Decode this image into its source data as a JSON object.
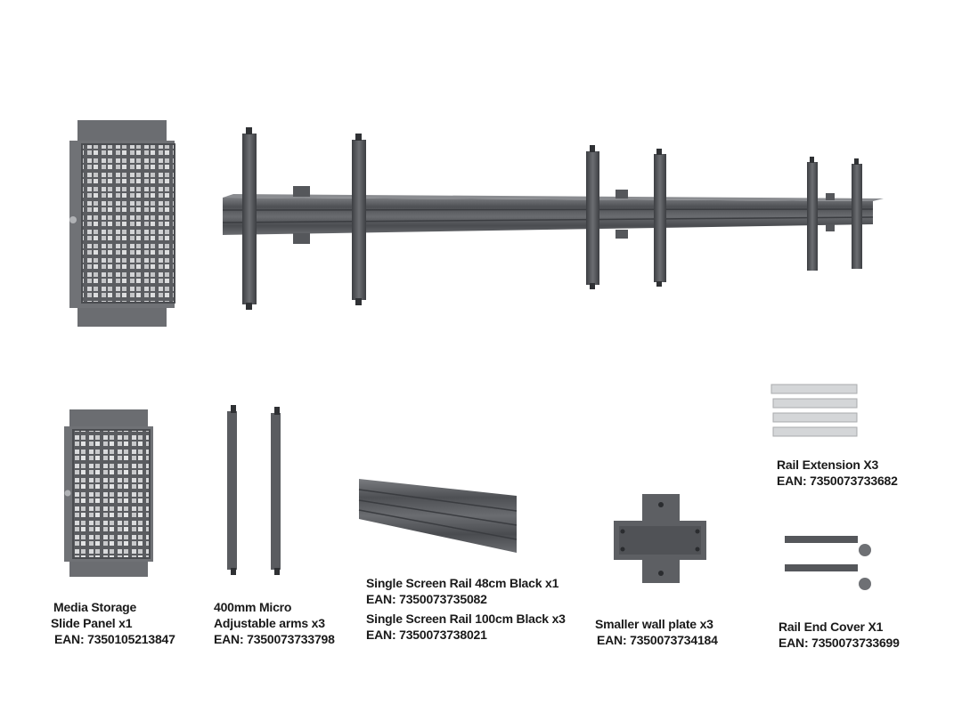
{
  "colors": {
    "metal_dark": "#4a4c4f",
    "metal_mid": "#6d6f72",
    "metal_light": "#8f9194",
    "aluminium": "#d4d6d8",
    "text": "#1a1a1a"
  },
  "items": [
    {
      "id": "media-storage",
      "lines": [
        "Media Storage",
        "Slide Panel x1",
        "EAN: 7350105213847"
      ]
    },
    {
      "id": "micro-arms",
      "lines": [
        "400mm Micro",
        "Adjustable arms x3",
        "EAN: 7350073733798"
      ]
    },
    {
      "id": "screen-rails",
      "lines": [
        "Single Screen Rail 48cm Black x1",
        "EAN: 7350073735082",
        "Single Screen Rail 100cm Black x3",
        "EAN: 7350073738021"
      ]
    },
    {
      "id": "wall-plate",
      "lines": [
        "Smaller wall plate x3",
        "EAN: 7350073734184"
      ]
    },
    {
      "id": "rail-extension",
      "lines": [
        "Rail Extension X3",
        "EAN: 7350073733682"
      ]
    },
    {
      "id": "rail-end-cover",
      "lines": [
        "Rail End Cover X1",
        "EAN: 7350073733699"
      ]
    }
  ]
}
